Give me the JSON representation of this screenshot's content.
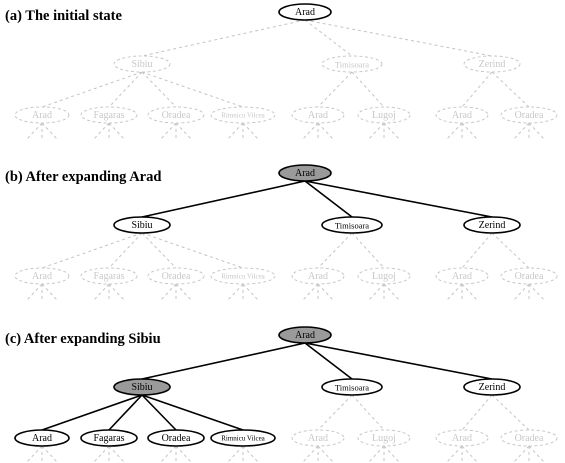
{
  "colors": {
    "expanded_fill": "#9a9a9a",
    "frontier_fill": "#ffffff",
    "unexplored_stroke": "#c8c8c8",
    "edge_active": "#000000",
    "edge_unexplored": "#c4c4c4"
  },
  "panels": [
    {
      "title": "(a) The initial state",
      "states": {
        "root": "frontier",
        "l1": [
          "unexplored",
          "unexplored",
          "unexplored"
        ],
        "l2": [
          "unexplored",
          "unexplored",
          "unexplored",
          "unexplored",
          "unexplored",
          "unexplored",
          "unexplored",
          "unexplored"
        ]
      },
      "edges": {
        "root_l1": "dashed",
        "l1_l2": [
          "dashed",
          "dashed",
          "dashed"
        ]
      }
    },
    {
      "title": "(b) After expanding Arad",
      "states": {
        "root": "expanded",
        "l1": [
          "frontier",
          "frontier",
          "frontier"
        ],
        "l2": [
          "unexplored",
          "unexplored",
          "unexplored",
          "unexplored",
          "unexplored",
          "unexplored",
          "unexplored",
          "unexplored"
        ]
      },
      "edges": {
        "root_l1": "solid",
        "l1_l2": [
          "dashed",
          "dashed",
          "dashed"
        ]
      }
    },
    {
      "title": "(c) After expanding Sibiu",
      "states": {
        "root": "expanded",
        "l1": [
          "expanded",
          "frontier",
          "frontier"
        ],
        "l2": [
          "frontier",
          "frontier",
          "frontier",
          "frontier",
          "unexplored",
          "unexplored",
          "unexplored",
          "unexplored"
        ]
      },
      "edges": {
        "root_l1": "solid",
        "l1_l2": [
          "solid",
          "dashed",
          "dashed"
        ]
      }
    }
  ],
  "tree": {
    "root": "Arad",
    "level1": [
      "Sibiu",
      "Timisoara",
      "Zerind"
    ],
    "level2": [
      "Arad",
      "Fagaras",
      "Oradea",
      "Rimnicu Vilcea",
      "Arad",
      "Lugoj",
      "Arad",
      "Oradea"
    ],
    "level2_parent": [
      0,
      0,
      0,
      0,
      1,
      1,
      2,
      2
    ]
  }
}
